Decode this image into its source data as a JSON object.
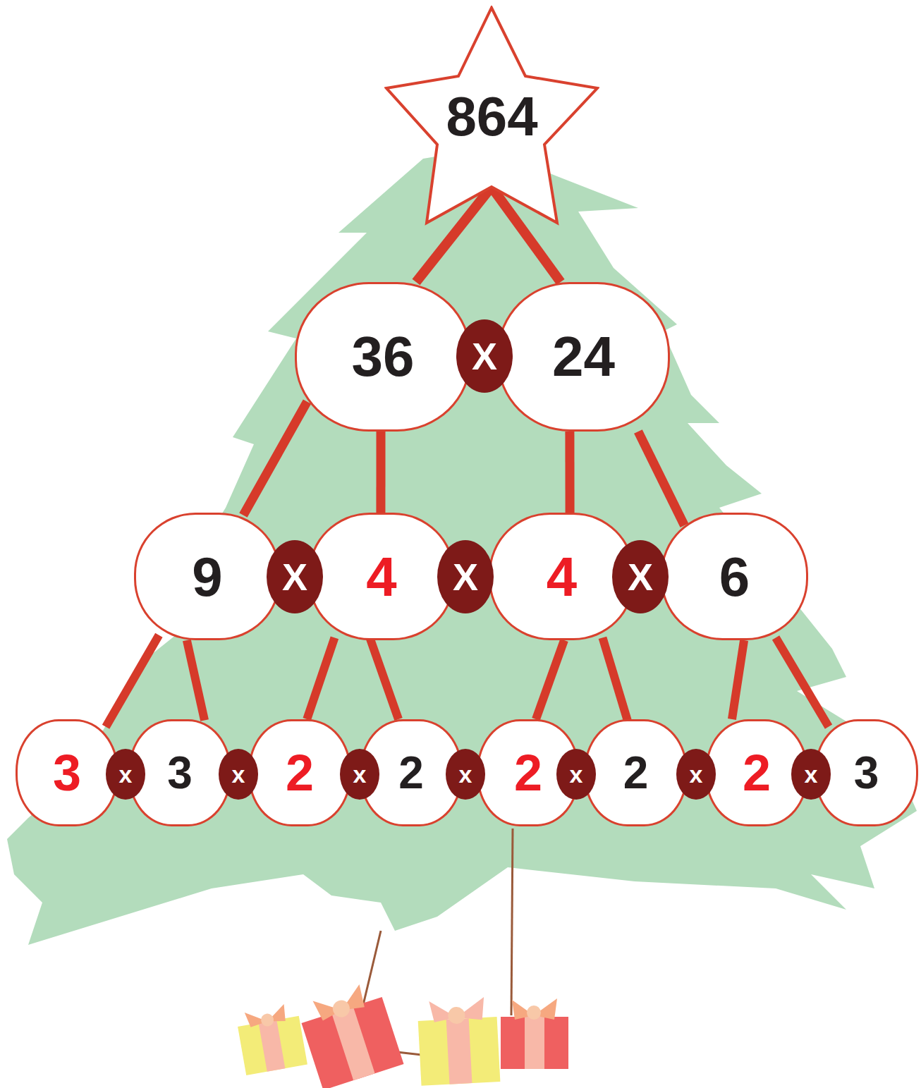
{
  "diagram": {
    "nodes": [
      {
        "text": [
          "864"
        ]
      },
      {
        "text": [
          "36"
        ]
      },
      {
        "text": [
          "X"
        ]
      },
      {
        "text": [
          "24"
        ]
      },
      {
        "text": [
          "9"
        ]
      },
      {
        "text": [
          "X"
        ]
      },
      {
        "text": [
          "4"
        ]
      },
      {
        "text": [
          "X"
        ]
      },
      {
        "text": [
          "4"
        ]
      },
      {
        "text": [
          "X"
        ]
      },
      {
        "text": [
          "6"
        ]
      },
      {
        "text": [
          "3"
        ]
      },
      {
        "text": [
          "x"
        ]
      },
      {
        "text": [
          "3"
        ]
      },
      {
        "text": [
          "x"
        ]
      },
      {
        "text": [
          "2"
        ]
      },
      {
        "text": [
          "x"
        ]
      },
      {
        "text": [
          "2"
        ]
      },
      {
        "text": [
          "x"
        ]
      },
      {
        "text": [
          "2"
        ]
      },
      {
        "text": [
          "x"
        ]
      },
      {
        "text": [
          "2"
        ]
      },
      {
        "text": [
          "x"
        ]
      },
      {
        "text": [
          "2"
        ]
      },
      {
        "text": [
          "x"
        ]
      },
      {
        "text": [
          "3"
        ]
      }
    ],
    "edges": [
      {
        "from": 0,
        "to": 1,
        "arrow": "none"
      },
      {
        "from": 0,
        "to": 3,
        "arrow": "none"
      },
      {
        "from": 1,
        "to": 4,
        "arrow": "none"
      },
      {
        "from": 1,
        "to": 6,
        "arrow": "none"
      },
      {
        "from": 3,
        "to": 8,
        "arrow": "none"
      },
      {
        "from": 3,
        "to": 10,
        "arrow": "none"
      },
      {
        "from": 4,
        "to": 11,
        "arrow": "none"
      },
      {
        "from": 4,
        "to": 13,
        "arrow": "none"
      },
      {
        "from": 6,
        "to": 15,
        "arrow": "none"
      },
      {
        "from": 6,
        "to": 17,
        "arrow": "none"
      },
      {
        "from": 8,
        "to": 19,
        "arrow": "none"
      },
      {
        "from": 8,
        "to": 21,
        "arrow": "none"
      },
      {
        "from": 10,
        "to": 23,
        "arrow": "none"
      },
      {
        "from": 10,
        "to": 25,
        "arrow": "none"
      }
    ]
  }
}
